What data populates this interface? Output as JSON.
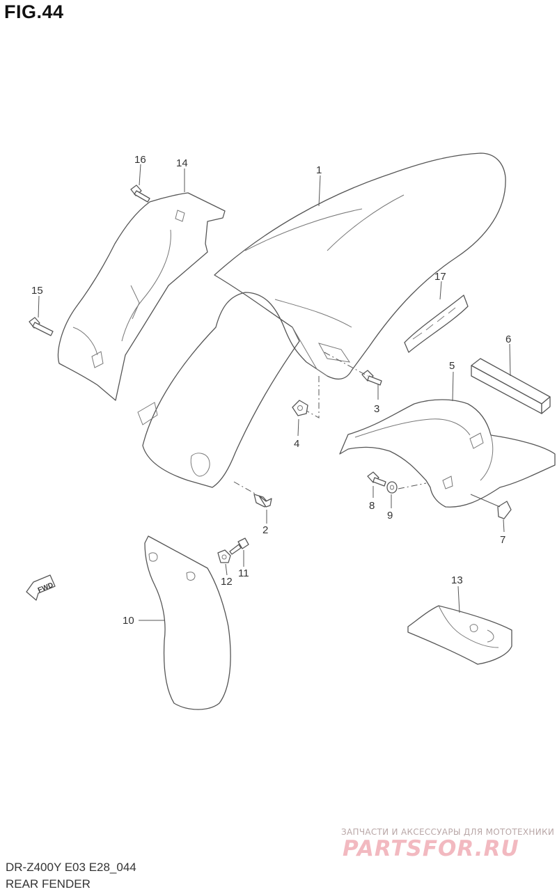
{
  "figure": {
    "title": "FIG.44",
    "model_code": "DR-Z400Y E03 E28_044",
    "part_name": "REAR FENDER"
  },
  "callouts": [
    "1",
    "2",
    "3",
    "4",
    "5",
    "6",
    "7",
    "8",
    "9",
    "10",
    "11",
    "12",
    "13",
    "14",
    "15",
    "16",
    "17"
  ],
  "forward_indicator": {
    "label": "FWD"
  },
  "watermark": {
    "caption": "ЗАПЧАСТИ И АКСЕССУАРЫ ДЛЯ МОТОТЕХНИКИ",
    "logo": "PARTSFOR.RU"
  }
}
